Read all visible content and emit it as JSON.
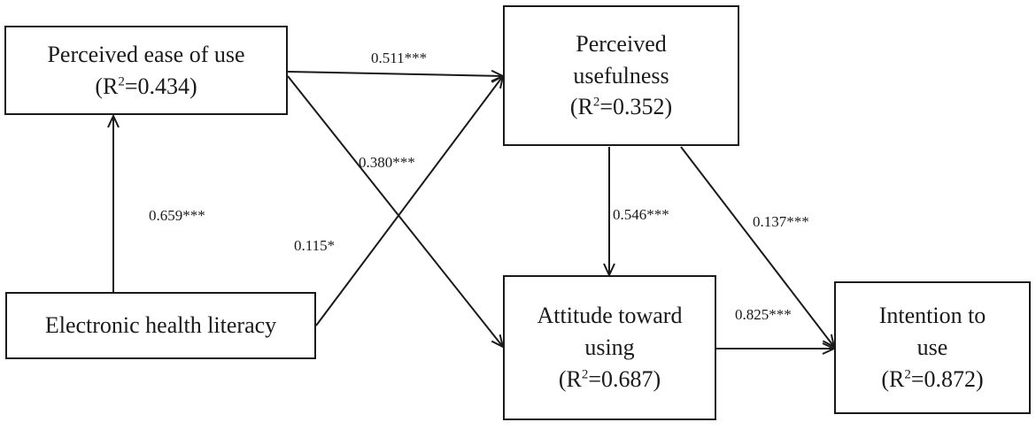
{
  "nodes": {
    "peou": {
      "label": "Perceived ease of use",
      "r2": "0.434"
    },
    "pu": {
      "label_line1": "Perceived",
      "label_line2": "usefulness",
      "r2": "0.352"
    },
    "ehl": {
      "label": "Electronic health literacy"
    },
    "att": {
      "label_line1": "Attitude toward",
      "label_line2": "using",
      "r2": "0.687"
    },
    "int": {
      "label_line1": "Intention to",
      "label_line2": "use",
      "r2": "0.872"
    }
  },
  "r2": {
    "prefix": "(R",
    "sup": "2",
    "eq": "=",
    "suffix": ")"
  },
  "paths": {
    "peou_pu": "0.511***",
    "peou_att": "0.380***",
    "ehl_peou": "0.659***",
    "ehl_pu": "0.115*",
    "pu_att": "0.546***",
    "pu_int": "0.137***",
    "att_int": "0.825***"
  },
  "colors": {
    "line": "#1a1a1a",
    "background": "#ffffff"
  }
}
